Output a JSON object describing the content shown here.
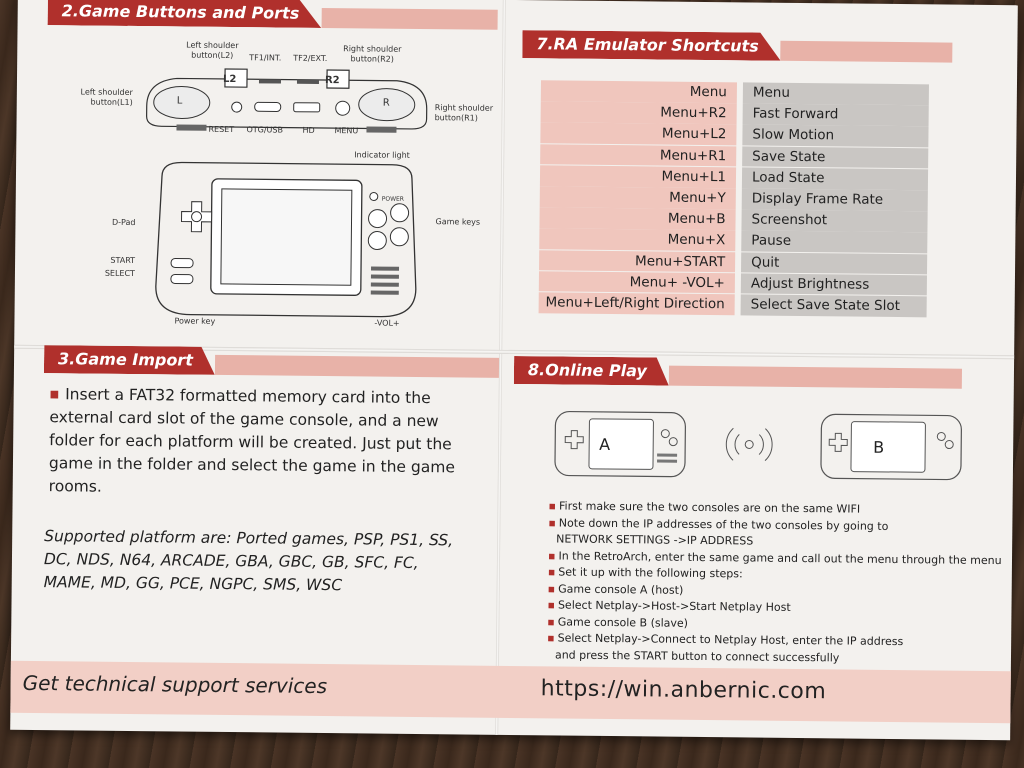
{
  "sections": {
    "game_buttons": {
      "title": "2.Game Buttons and Ports"
    },
    "shortcuts": {
      "title": "7.RA Emulator Shortcuts"
    },
    "game_import": {
      "title": "3.Game Import"
    },
    "online_play": {
      "title": "8.Online Play"
    }
  },
  "diagram_labels": {
    "l2": "Left shoulder button(L2)",
    "tf1": "TF1/INT.",
    "tf2": "TF2/EXT.",
    "r2": "Right shoulder button(R2)",
    "l1": "Left shoulder button(L1)",
    "r1": "Right shoulder button(R1)",
    "reset": "RESET",
    "otg": "OTG/USB",
    "hd": "HD",
    "menu": "MENU",
    "indicator": "Indicator light",
    "power_small": "POWER",
    "dpad": "D-Pad",
    "game_keys": "Game keys",
    "start": "START",
    "select": "SELECT",
    "power_key": "Power key",
    "vol": "-VOL+",
    "btn_l2": "L2",
    "btn_r2": "R2",
    "btn_l": "L",
    "btn_r": "R"
  },
  "shortcuts": [
    {
      "key": "Menu",
      "action": "Menu"
    },
    {
      "key": "Menu+R2",
      "action": "Fast Forward"
    },
    {
      "key": "Menu+L2",
      "action": "Slow Motion"
    },
    {
      "key": "Menu+R1",
      "action": "Save State"
    },
    {
      "key": "Menu+L1",
      "action": "Load State"
    },
    {
      "key": "Menu+Y",
      "action": "Display Frame Rate"
    },
    {
      "key": "Menu+B",
      "action": "Screenshot"
    },
    {
      "key": "Menu+X",
      "action": "Pause"
    },
    {
      "key": "Menu+START",
      "action": "Quit"
    },
    {
      "key": "Menu+ -VOL+",
      "action": "Adjust Brightness"
    },
    {
      "key": "Menu+Left/Right Direction",
      "action": "Select Save State Slot"
    }
  ],
  "game_import": {
    "paragraph": "Insert a FAT32 formatted memory card into the external card slot of the game console, and a new folder for each platform will be created. Just put the game in the folder and select the game in the  game rooms.",
    "platforms": "Supported platform are: Ported games, PSP, PS1, SS, DC, NDS, N64, ARCADE, GBA, GBC, GB, SFC, FC, MAME, MD, GG, PCE, NGPC, SMS, WSC"
  },
  "online_play": {
    "console_a": "A",
    "console_b": "B",
    "steps": [
      "First make sure the two consoles are on the same WIFI",
      "Note down the IP addresses of the two consoles by going to",
      "NETWORK SETTINGS ->IP ADDRESS",
      "In the RetroArch, enter the same game and call out the menu through the menu",
      "Set it up with the following steps:",
      "Game console A (host)",
      "Select Netplay->Host->Start Netplay Host",
      "Game console B (slave)",
      "Select Netplay->Connect to Netplay Host, enter the IP address",
      "and press the START button to connect successfully"
    ]
  },
  "footer": {
    "support": "Get technical support services",
    "url": "https://win.anbernic.com"
  },
  "colors": {
    "accent": "#b0302c",
    "pink": "#f0c6bd",
    "gray": "#c9c6c3",
    "paper": "#f3f1ee"
  }
}
